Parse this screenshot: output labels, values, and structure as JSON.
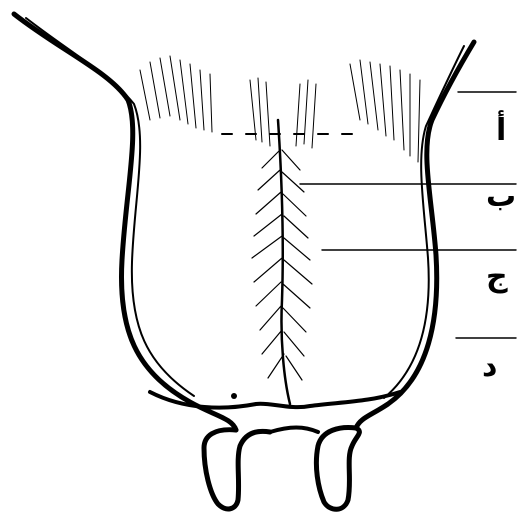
{
  "figure": {
    "labels": [
      {
        "key": "1",
        "text": "أ"
      },
      {
        "key": "2",
        "text": "ب"
      },
      {
        "key": "3",
        "text": "ج"
      },
      {
        "key": "4",
        "text": "د"
      }
    ]
  }
}
